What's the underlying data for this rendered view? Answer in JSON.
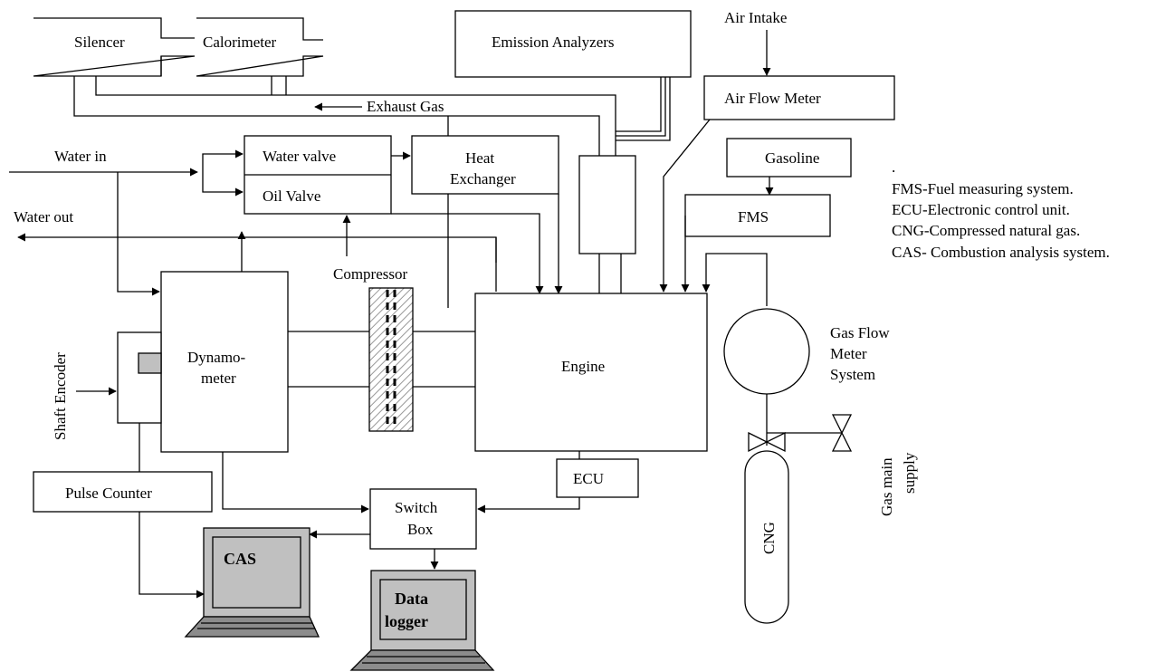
{
  "labels": {
    "silencer": "Silencer",
    "calorimeter": "Calorimeter",
    "emission_analyzers": "Emission Analyzers",
    "air_intake": "Air Intake",
    "air_flow_meter": "Air Flow Meter",
    "exhaust_gas": "Exhaust Gas",
    "water_in": "Water in",
    "water_out": "Water out",
    "water_valve": "Water valve",
    "oil_valve": "Oil Valve",
    "heat_exchanger_1": "Heat",
    "heat_exchanger_2": "Exchanger",
    "compressor": "Compressor",
    "gasoline": "Gasoline",
    "fms": "FMS",
    "dynamometer_1": "Dynamo-",
    "dynamometer_2": "meter",
    "engine": "Engine",
    "shaft_encoder": "Shaft Encoder",
    "gas_flow_meter_1": "Gas Flow",
    "gas_flow_meter_2": "Meter",
    "gas_flow_meter_3": "System",
    "gas_main_supply_1": "Gas main",
    "gas_main_supply_2": "supply",
    "cng": "CNG",
    "ecu": "ECU",
    "switch_box_1": "Switch",
    "switch_box_2": "Box",
    "pulse_counter": "Pulse Counter",
    "cas": "CAS",
    "data_logger_1": "Data",
    "data_logger_2": "logger"
  },
  "legend": {
    "dot": ".",
    "items": [
      "FMS-Fuel measuring system.",
      "ECU-Electronic control unit.",
      "CNG-Compressed natural gas.",
      "CAS- Combustion analysis system."
    ]
  }
}
